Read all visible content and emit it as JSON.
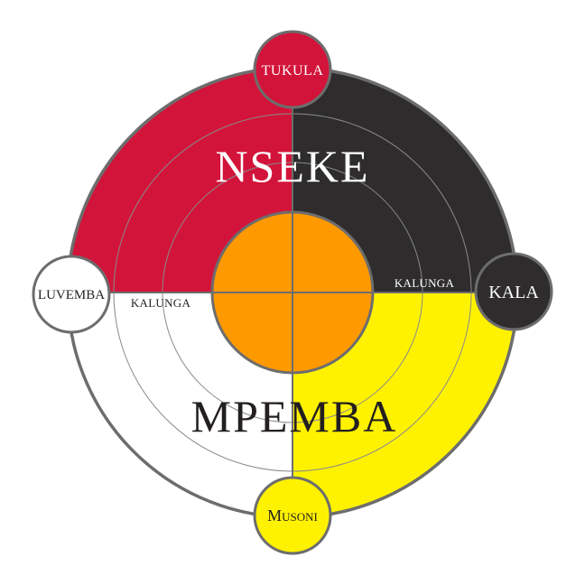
{
  "diagram": {
    "title_upper": "NSEKE",
    "title_lower": "MPEMBA",
    "kalunga_right": "KALUNGA",
    "kalunga_left": "KALUNGA",
    "stations": {
      "top": "TUKULA",
      "right": "KALA",
      "bottom": "Musoni",
      "left": "LUVEMBA"
    }
  },
  "colors": {
    "red": "#d3143a",
    "black": "#2e2c2d",
    "yellow": "#fff200",
    "white": "#ffffff",
    "orange": "#ff9900",
    "stroke": "#6d6d6d",
    "text_dark": "#231f20",
    "text_light": "#ffffff"
  }
}
